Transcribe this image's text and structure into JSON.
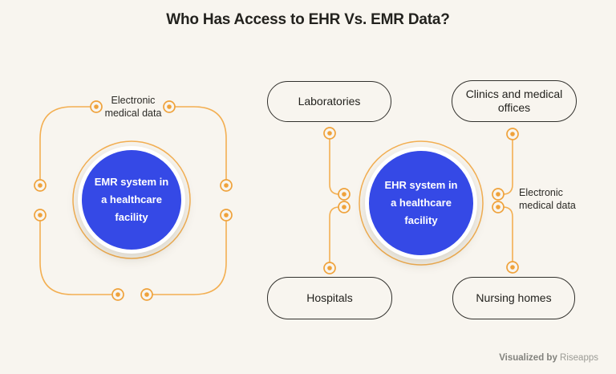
{
  "title": "Who Has Access to EHR Vs. EMR Data?",
  "colors": {
    "background": "#F8F5EF",
    "primary_blue": "#3549E6",
    "connector_line_orange": "#F3AF52",
    "node_orange": "#EFA23B",
    "pill_border_dark": "#32312D",
    "title_text": "#23221E",
    "circle_text": "#FFFFFF",
    "footer_gray": "#9B9B95"
  },
  "emr_diagram": {
    "circle_lines": [
      "EMR system in",
      "a healthcare",
      "facility"
    ],
    "label_lines": [
      "Electronic",
      "medical data"
    ]
  },
  "ehr_diagram": {
    "circle_lines": [
      "EHR system in",
      "a healthcare",
      "facility"
    ],
    "label_lines": [
      "Electronic",
      "medical data"
    ],
    "pills": {
      "laboratories": "Laboratories",
      "clinics": "Clinics and medical offices",
      "hospitals": "Hospitals",
      "nursing_homes": "Nursing homes"
    }
  },
  "footer": {
    "prefix": "Visualized by",
    "brand": "Riseapps"
  }
}
